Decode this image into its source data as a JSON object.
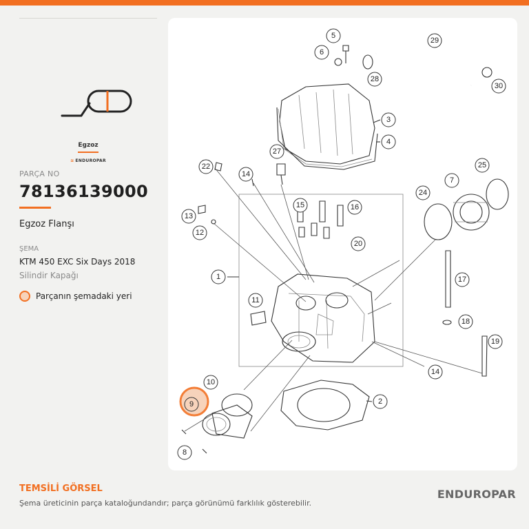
{
  "sidebar": {
    "category": "Egzoz",
    "brand_small": "ENDUROPAR",
    "part_no_label": "PARÇA NO",
    "part_no": "78136139000",
    "part_name": "Egzoz Flanşı",
    "schema_label": "ŞEMA",
    "schema_model": "KTM 450 EXC Six Days 2018",
    "schema_sub": "Silindir Kapağı",
    "location_label": "Parçanın şemadaki yeri"
  },
  "diagram": {
    "callouts": [
      "1",
      "2",
      "3",
      "4",
      "5",
      "6",
      "7",
      "8",
      "9",
      "10",
      "11",
      "12",
      "13",
      "14",
      "14",
      "15",
      "16",
      "17",
      "18",
      "19",
      "20",
      "22",
      "24",
      "25",
      "27",
      "28",
      "29",
      "30"
    ],
    "highlighted": "9"
  },
  "footer": {
    "title": "TEMSİLİ GÖRSEL",
    "note": "Şema üreticinin parça kataloğundandır; parça görünümü farklılık gösterebilir.",
    "brand": "ENDUROPAR"
  },
  "colors": {
    "accent": "#f26f21",
    "background": "#f2f2f0",
    "panel": "#ffffff"
  }
}
